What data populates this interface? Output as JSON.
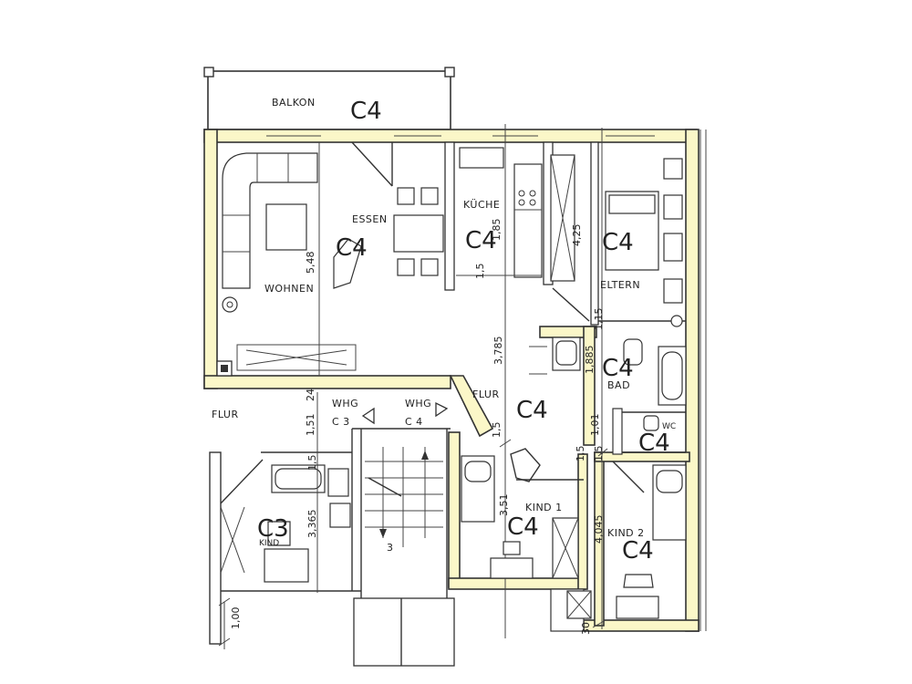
{
  "rooms": {
    "balkon": "BALKON",
    "essen": "ESSEN",
    "wohnen": "WOHNEN",
    "kueche": "KÜCHE",
    "eltern": "ELTERN",
    "bad": "BAD",
    "wc": "WC",
    "flur_left": "FLUR",
    "flur_right": "FLUR",
    "kind1": "KIND 1",
    "kind2": "KIND 2",
    "kind_left": "KIND"
  },
  "unit_marks": {
    "balkon": "C4",
    "wohnen": "C4",
    "kueche": "C4",
    "eltern": "C4",
    "flur": "C4",
    "bad": "C4",
    "wc": "C4",
    "kind1": "C4",
    "kind2": "C4",
    "kind_left": "C3"
  },
  "whg": {
    "left_title": "WHG",
    "left_unit": "C 3",
    "right_title": "WHG",
    "right_unit": "C 4"
  },
  "dimensions": {
    "wohnen_height": "5,48",
    "kueche_depth": "1,85",
    "kueche_side": "1,5",
    "eltern_depth": "4,25",
    "eltern_door": "1,15",
    "flur_height": "3,785",
    "bad_height": "1,885",
    "wc_height": "1,01",
    "wc_gap": "1,5",
    "whg_width": "1,51",
    "whg_small": "24",
    "kind_left_height": "3,365",
    "kind_left_top": "1,5",
    "kind1_height": "3,51",
    "kind2_height": "4,045",
    "kind2_top": "1,5",
    "kind2_bottom": "30",
    "bottom_left": "1,00",
    "stair_step": "3",
    "flur_small": "1,5"
  },
  "colors": {
    "wall_fill": "#fbf7c8",
    "line": "#333333"
  }
}
